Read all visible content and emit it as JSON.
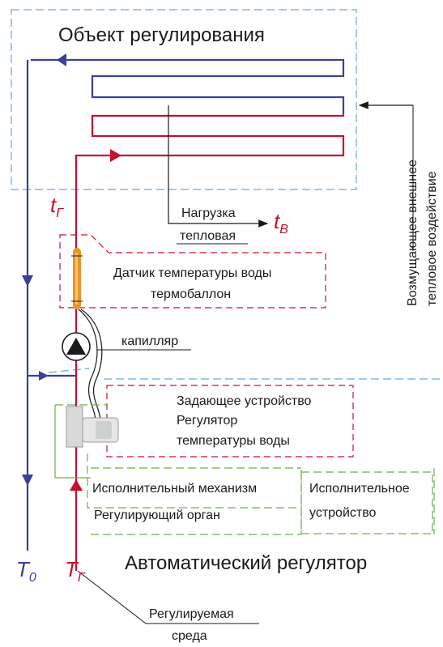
{
  "object": {
    "title": "Объект регулирования"
  },
  "load": {
    "line1": "Нагрузка",
    "line2": "тепловая"
  },
  "symbols": {
    "t_hot_main": "t",
    "t_hot_sub": "Г",
    "t_in_main": "t",
    "t_in_sub": "В",
    "T_return_main": "T",
    "T_return_sub": "0",
    "T_supply_main": "T",
    "T_supply_sub": "Г"
  },
  "sensor": {
    "line1": "Датчик температуры воды",
    "line2": "термобаллон"
  },
  "capillary": "капилляр",
  "setpoint": {
    "line1": "Задающее устройство",
    "line2": "Регулятор",
    "line3": "температуры воды"
  },
  "actuator": "Исполнительный механизм",
  "control_organ": "Регулирующий орган",
  "exec_device": {
    "line1": "Исполнительное",
    "line2": "устройство"
  },
  "regulator": {
    "title": "Автоматический регулятор"
  },
  "medium": {
    "line1": "Регулируемая",
    "line2": "среда"
  },
  "disturbance": {
    "line1": "Возмущающее внешнее",
    "line2": "тепловое воздействие"
  },
  "colors": {
    "supply": "#c8102e",
    "return": "#3b3f9a",
    "object_border": "#6aa7d6",
    "sensor_border": "#c8102e",
    "device_border": "#6ab04c",
    "sensor_bulb": "#e8942c"
  }
}
